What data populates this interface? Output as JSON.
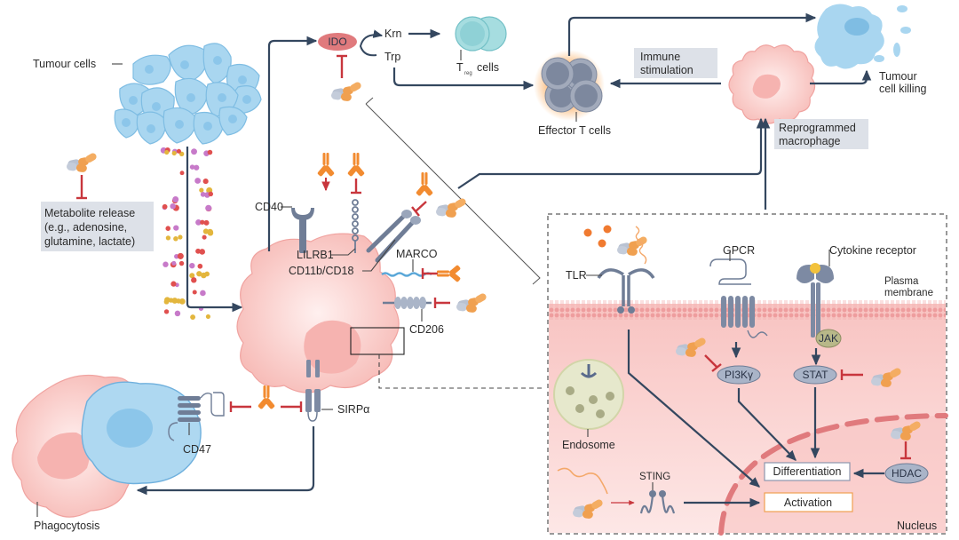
{
  "title": "Macrophage reprogramming strategies in tumour immunotherapy",
  "colors": {
    "flow_arrow": "#34475f",
    "inhibition": "#c8363d",
    "antibody": "#f28b30",
    "drug_capsule_orange": "#f0a050",
    "drug_capsule_grey": "#b9c2d2",
    "macrophage": "#f9c9c6",
    "tumour_cell": "#a9d6f0",
    "treg": "#8fd1d6",
    "effector_t": "#7d889e",
    "label_box": "#dde1e8",
    "receptor": "#6f7d96"
  },
  "labels": {
    "tumour_cells": "Tumour cells",
    "metabolite_release": [
      "Metabolite release",
      "(e.g., adenosine,",
      "glutamine, lactate)"
    ],
    "ido": "IDO",
    "krn": "Krn",
    "trp": "Trp",
    "treg_t": "T",
    "treg_sub": "reg",
    "treg_cells": "cells",
    "effector_t_cells": "Effector T cells",
    "immune_stimulation": [
      "Immune",
      "stimulation"
    ],
    "reprogrammed_macrophage": [
      "Reprogrammed",
      "macrophage"
    ],
    "tumour_cell_killing": [
      "Tumour",
      "cell killing"
    ],
    "cd40": "CD40",
    "lilrb1": "LILRB1",
    "cd11b_cd18": "CD11b/CD18",
    "marco": "MARCO",
    "cd206": "CD206",
    "sirpa": "SIRPα",
    "cd47": "CD47",
    "phagocytosis": "Phagocytosis",
    "tlr": "TLR",
    "gpcr": "GPCR",
    "cytokine_receptor": "Cytokine receptor",
    "plasma_membrane": [
      "Plasma",
      "membrane"
    ],
    "jak": "JAK",
    "pi3kg": "PI3Kγ",
    "stat": "STAT",
    "endosome": "Endosome",
    "sting": "STING",
    "differentiation": "Differentiation",
    "activation": "Activation",
    "hdac": "HDAC",
    "nucleus": "Nucleus"
  }
}
